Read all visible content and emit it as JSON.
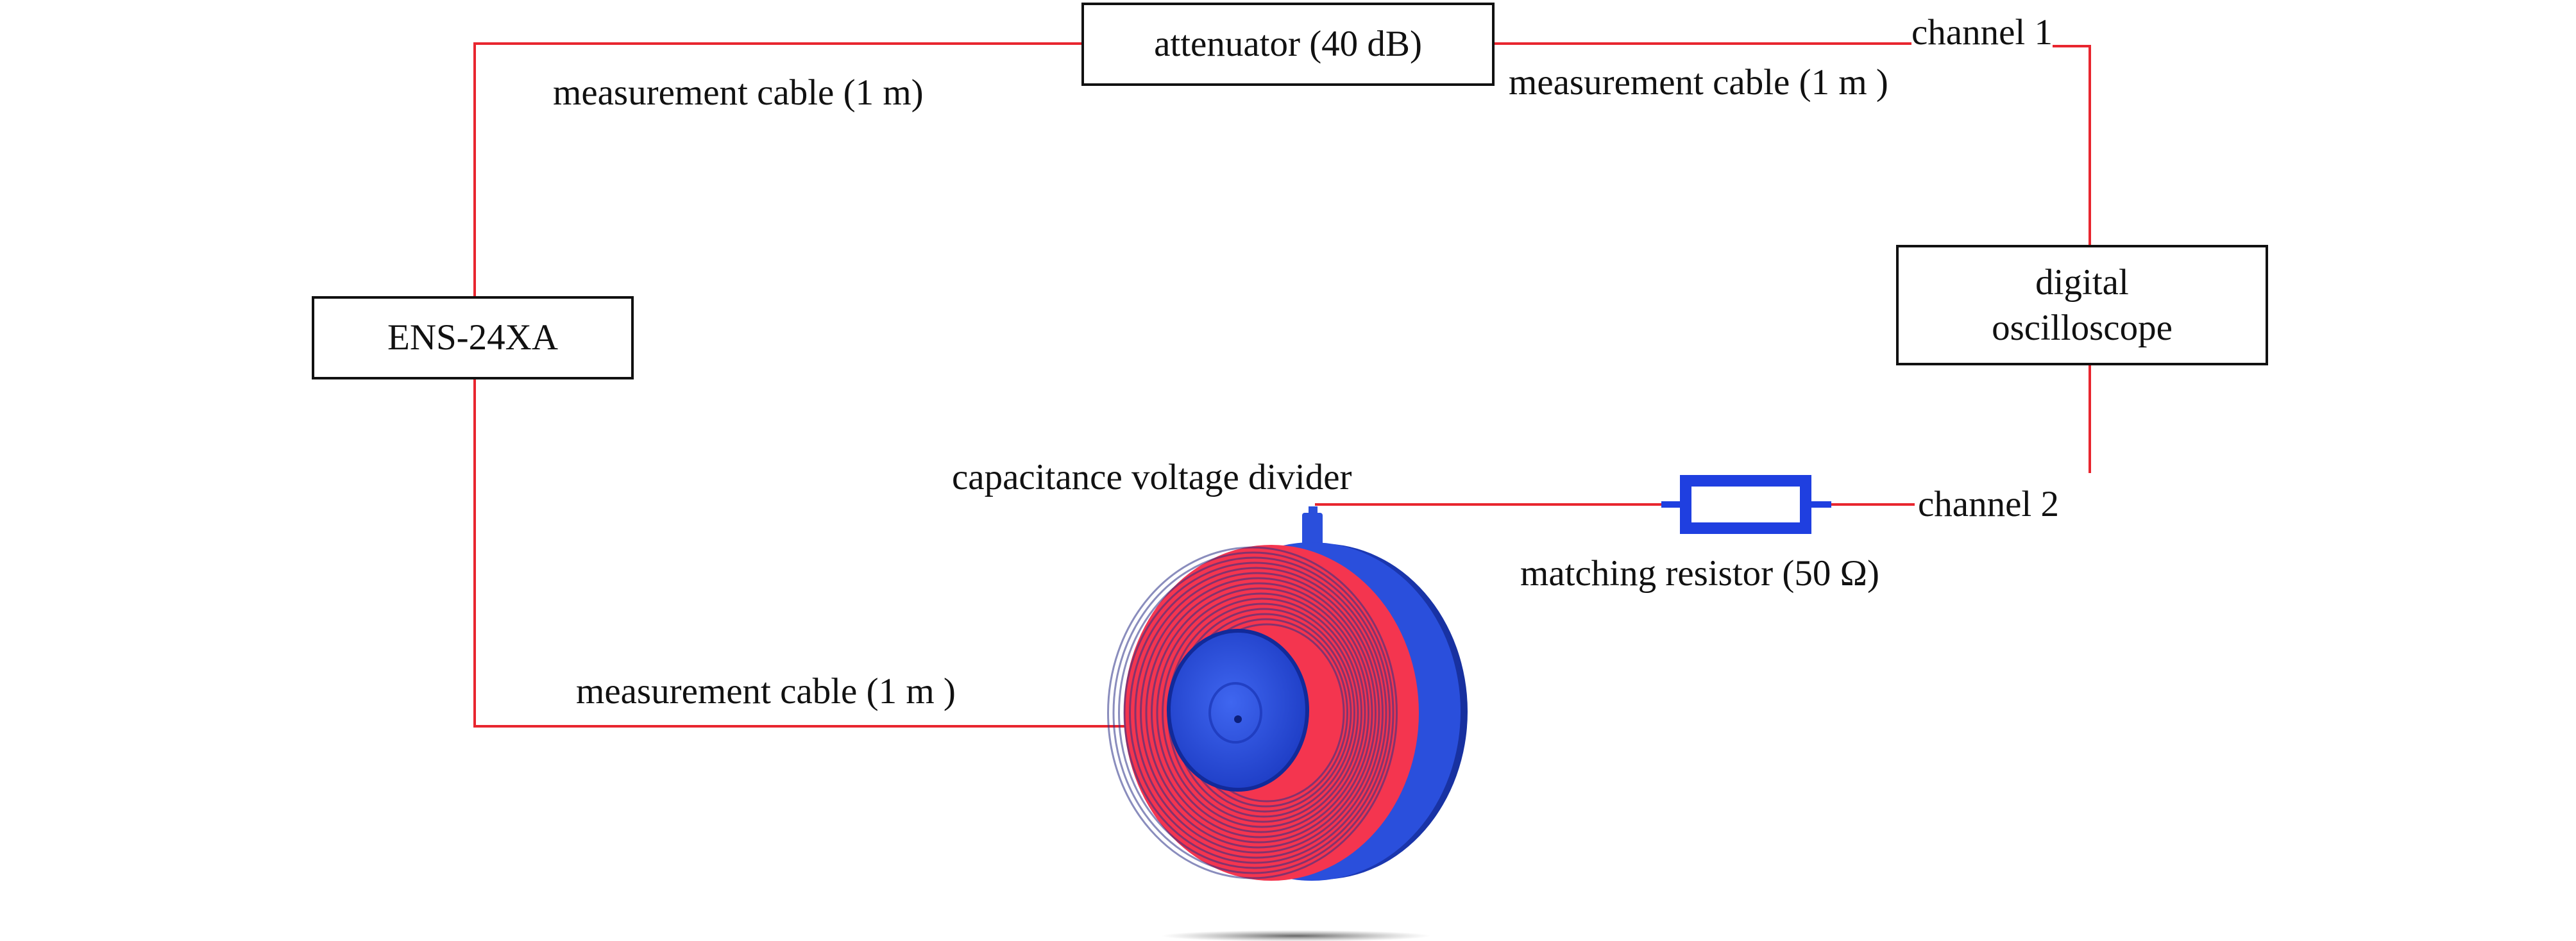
{
  "colors": {
    "wire": "#e8262f",
    "box_border": "#111111",
    "coil_red": "#f4354f",
    "coil_blue": "#2a4fdc",
    "resistor_blue": "#1f3fe0",
    "text": "#111111"
  },
  "boxes": {
    "attenuator": "attenuator (40 dB)",
    "ens": "ENS-24XA",
    "oscilloscope_line1": "digital",
    "oscilloscope_line2": "oscilloscope"
  },
  "labels": {
    "cable_top_left": "measurement cable (1 m)",
    "cable_top_right": "measurement cable (1 m )",
    "channel1": "channel 1",
    "channel2": "channel 2",
    "divider": "capacitance voltage divider",
    "resistor": "matching resistor (50 Ω)",
    "cable_bottom": "measurement cable (1 m )"
  },
  "icons": {
    "coil": "coil-winding-icon",
    "resistor": "resistor-icon"
  }
}
